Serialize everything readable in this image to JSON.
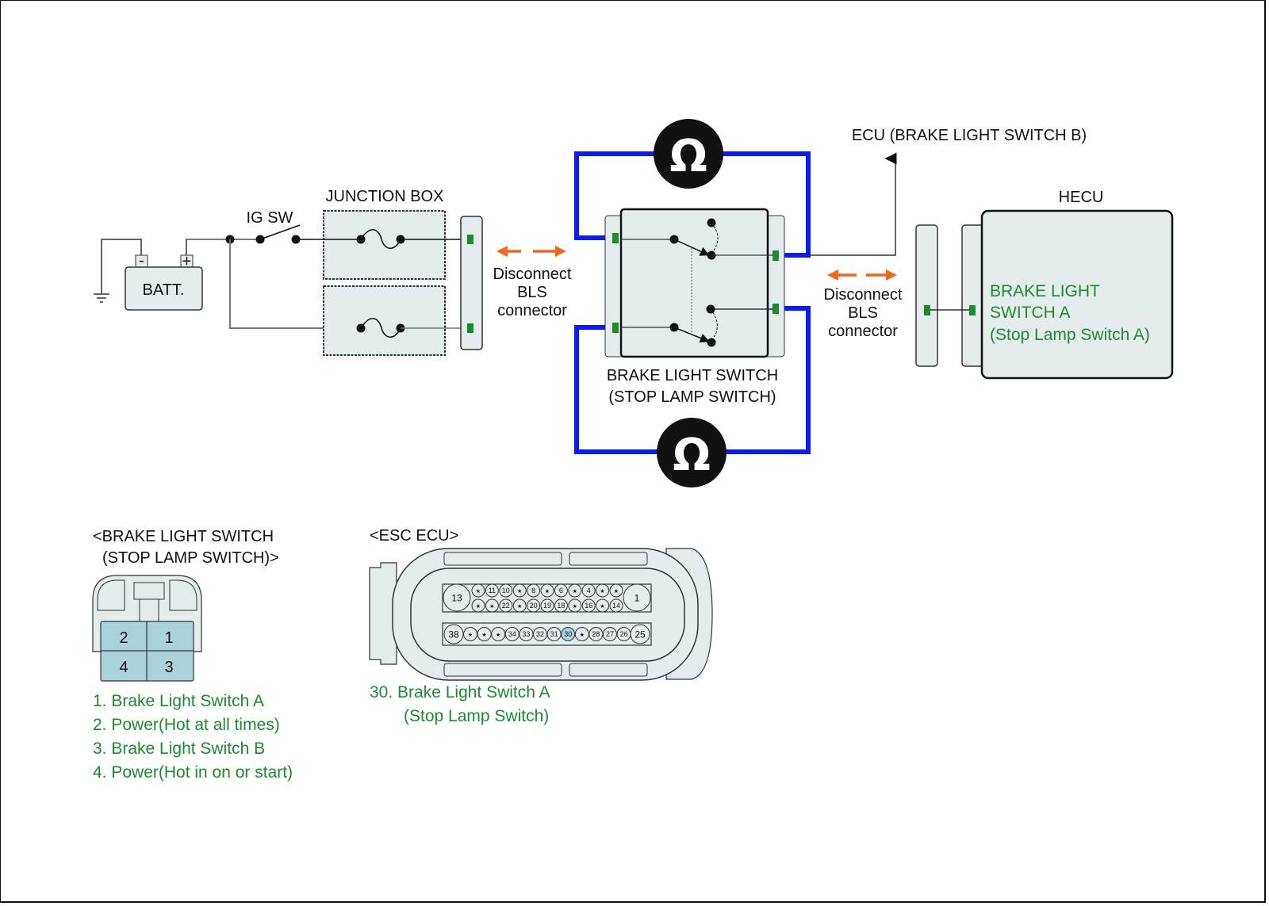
{
  "colors": {
    "wire_blue": "#0a1cf0",
    "connector_green": "#1e8a2e",
    "label_green": "#1e8a2e",
    "arrow_orange": "#f2661f",
    "box_fill": "#e4ecee",
    "pin_fill": "#a9d2da",
    "highlight_pin": "#a9d2da"
  },
  "circuit": {
    "battery_label": "BATT.",
    "battery_neg": "-",
    "battery_pos": "+",
    "ig_sw_label": "IG SW",
    "junction_box_label": "JUNCTION BOX",
    "disconnect_left": [
      "Disconnect",
      "BLS",
      "connector"
    ],
    "disconnect_right": [
      "Disconnect",
      "BLS",
      "connector"
    ],
    "ohm_symbol": "Ω",
    "ecu_label": "ECU (BRAKE LIGHT SWITCH B)",
    "hecu_label": "HECU",
    "hecu_text": [
      "BRAKE LIGHT",
      "SWITCH A",
      "(Stop Lamp Switch A)"
    ],
    "bls_label": [
      "BRAKE LIGHT SWITCH",
      "(STOP LAMP SWITCH)"
    ]
  },
  "bls_connector": {
    "title": [
      "<BRAKE LIGHT SWITCH",
      "(STOP LAMP SWITCH)>"
    ],
    "pins_grid": [
      [
        "2",
        "1"
      ],
      [
        "4",
        "3"
      ]
    ],
    "legend": [
      "1. Brake Light Switch A",
      "2. Power(Hot at all times)",
      "3. Brake Light Switch B",
      "4. Power(Hot in on or start)"
    ]
  },
  "esc_connector": {
    "title": "<ESC ECU>",
    "big_pins": {
      "top_left": "13",
      "top_right": "1",
      "bottom_left": "38",
      "bottom_right": "25"
    },
    "row1": [
      "★",
      "11",
      "10",
      "★",
      "8",
      "★",
      "6",
      "★",
      "4",
      "★",
      "★"
    ],
    "row2": [
      "★",
      "★",
      "22",
      "★",
      "20",
      "19",
      "18",
      "★",
      "16",
      "★",
      "14"
    ],
    "row3": [
      "★",
      "★",
      "★",
      "34",
      "33",
      "32",
      "31",
      "30",
      "★",
      "28",
      "27",
      "26"
    ],
    "highlighted_pin": "30",
    "legend": [
      "30. Brake Light Switch A",
      "(Stop Lamp Switch)"
    ]
  }
}
